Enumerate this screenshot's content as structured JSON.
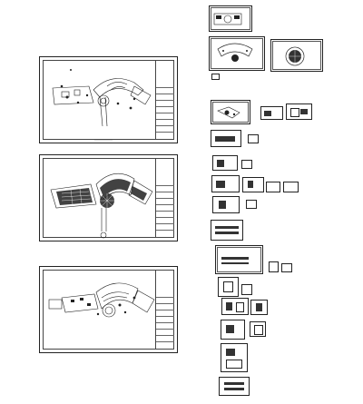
{
  "canvas": {
    "background": "#ffffff",
    "line_color": "#222222"
  },
  "main_sheets": [
    {
      "id": "sheet-1",
      "caption": ""
    },
    {
      "id": "sheet-2",
      "caption": ""
    },
    {
      "id": "sheet-3",
      "caption": ""
    }
  ],
  "thumb_count": 22
}
